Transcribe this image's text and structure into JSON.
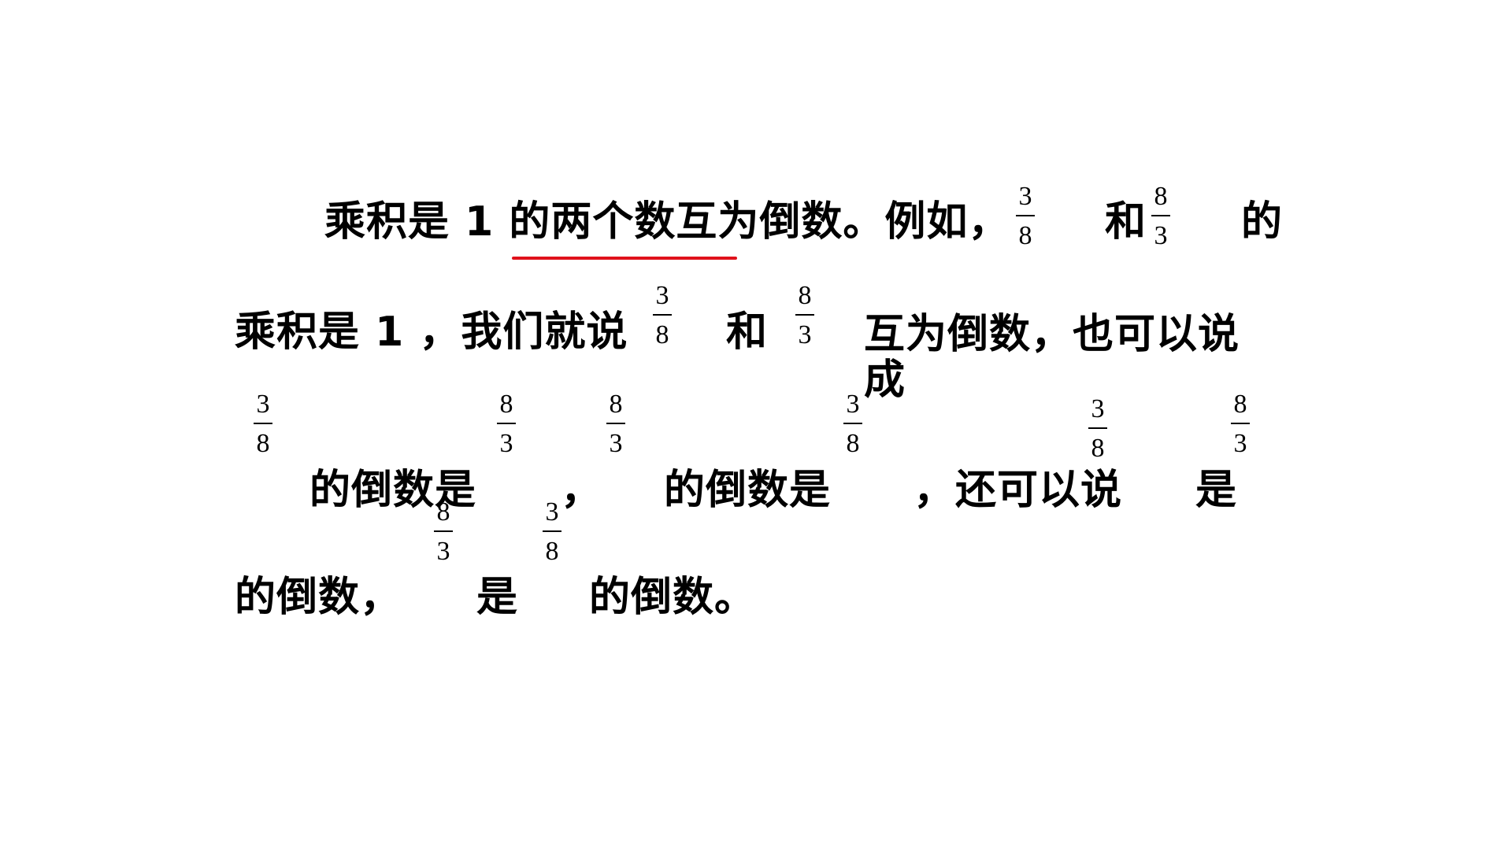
{
  "colors": {
    "text": "#000000",
    "underline": "#e0121b",
    "background": "#ffffff"
  },
  "line1": {
    "part1": "乘积是 1 的两个数互为倒数。例如，",
    "part2": "和",
    "part3": "的",
    "frac_a": {
      "num": "3",
      "den": "8"
    },
    "frac_b": {
      "num": "8",
      "den": "3"
    }
  },
  "line2": {
    "part1": "乘积是 1 ，我们就说",
    "part2": "和",
    "part3": "互为倒数，也可以说成",
    "frac_a": {
      "num": "3",
      "den": "8"
    },
    "frac_b": {
      "num": "8",
      "den": "3"
    }
  },
  "line3": {
    "part1": "的倒数是",
    "comma": "，",
    "part2": "的倒数是",
    "part3": "，还可以说",
    "part4": "是",
    "frac_1": {
      "num": "3",
      "den": "8"
    },
    "frac_2": {
      "num": "8",
      "den": "3"
    },
    "frac_3": {
      "num": "8",
      "den": "3"
    },
    "frac_4": {
      "num": "3",
      "den": "8"
    },
    "frac_5": {
      "num": "3",
      "den": "8"
    },
    "frac_6": {
      "num": "8",
      "den": "3"
    }
  },
  "line4": {
    "part1": "的倒数，",
    "part2": "是",
    "part3": "的倒数。",
    "frac_1": {
      "num": "8",
      "den": "3"
    },
    "frac_2": {
      "num": "3",
      "den": "8"
    }
  }
}
